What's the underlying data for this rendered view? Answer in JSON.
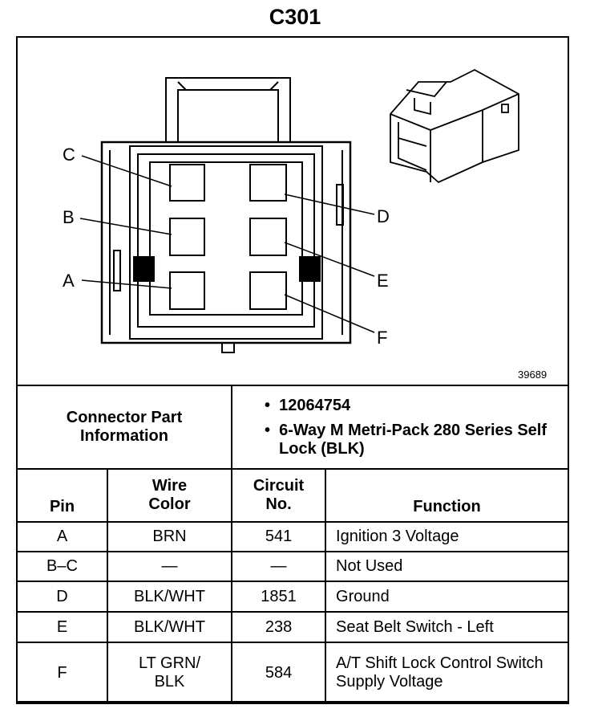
{
  "title": "C301",
  "diagram": {
    "pin_labels": [
      "A",
      "B",
      "C",
      "D",
      "E",
      "F"
    ],
    "drawing_number": "39689"
  },
  "connector_info": {
    "label": "Connector Part Information",
    "items": [
      "12064754",
      "6-Way M Metri-Pack 280 Series Self Lock (BLK)"
    ]
  },
  "headers": {
    "pin": "Pin",
    "wire_color": "Wire Color",
    "circuit": "Circuit No.",
    "function": "Function"
  },
  "rows": [
    {
      "pin": "A",
      "wire": "BRN",
      "circuit": "541",
      "function": "Ignition 3 Voltage"
    },
    {
      "pin": "B–C",
      "wire": "—",
      "circuit": "—",
      "function": "Not Used"
    },
    {
      "pin": "D",
      "wire": "BLK/WHT",
      "circuit": "1851",
      "function": "Ground"
    },
    {
      "pin": "E",
      "wire": "BLK/WHT",
      "circuit": "238",
      "function": "Seat Belt Switch - Left"
    },
    {
      "pin": "F",
      "wire": "LT GRN/ BLK",
      "circuit": "584",
      "function": "A/T Shift Lock Control Switch Supply Voltage"
    }
  ]
}
